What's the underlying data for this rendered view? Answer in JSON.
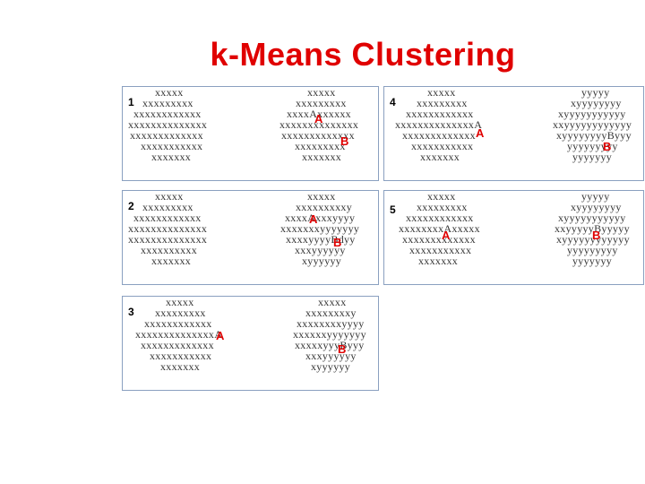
{
  "title": "k-Means Clustering",
  "colors": {
    "title": "#e00000",
    "centroid": "#e00000",
    "border": "#8aa0c0"
  },
  "panels": [
    {
      "number": "1",
      "left": [
        "xxxxx",
        "xxxxxxxxx",
        "xxxxxxxxxxxx",
        "xxxxxxxxxxxxxx",
        "xxxxxxxxxxxxx",
        "xxxxxxxxxxx",
        "xxxxxxx"
      ],
      "right": [
        "xxxxx",
        "xxxxxxxxx",
        "xxxxAxxxxxx",
        "xxxxxxxxxxxxxx",
        "xxxxxxxxxxxxx",
        "xxxxxxxxx",
        "xxxxxxx"
      ],
      "centroids": [
        "A",
        "B"
      ]
    },
    {
      "number": "2",
      "left": [
        "xxxxx",
        "xxxxxxxxx",
        "xxxxxxxxxxxx",
        "xxxxxxxxxxxxxx",
        "xxxxxxxxxxxxxx",
        "xxxxxxxxxx",
        "xxxxxxx"
      ],
      "right": [
        "xxxxx",
        "xxxxxxxxxy",
        "xxxxAxxxyyyy",
        "xxxxxxxyyyyyyy",
        "xxxxyyyyBdyy",
        "xxxyyyyyy",
        "xyyyyyy"
      ],
      "centroids": [
        "A",
        "B"
      ]
    },
    {
      "number": "3",
      "left": [
        "xxxxx",
        "xxxxxxxxx",
        "xxxxxxxxxxxx",
        "xxxxxxxxxxxxxxA",
        "xxxxxxxxxxxxx",
        "xxxxxxxxxxx",
        "xxxxxxx"
      ],
      "right": [
        "xxxxx",
        "xxxxxxxxy",
        "xxxxxxxxyyyy",
        "xxxxxxyyyyyyy",
        "xxxxxyyyByyy",
        "xxxyyyyyy",
        "xyyyyyy"
      ],
      "centroids": [
        "A",
        "B"
      ]
    },
    {
      "number": "4",
      "left": [
        "xxxxx",
        "xxxxxxxxx",
        "xxxxxxxxxxxx",
        "xxxxxxxxxxxxxxA",
        "xxxxxxxxxxxxx",
        "xxxxxxxxxxx",
        "xxxxxxx"
      ],
      "right": [
        "yyyyy",
        "xyyyyyyyy",
        "xyyyyyyyyyyy",
        "xxyyyyyyyyyyyy",
        "xyyyyyyyyByyy",
        "yyyyyyyyy",
        "yyyyyyy"
      ],
      "centroids": [
        "A",
        "B"
      ]
    },
    {
      "number": "5",
      "left": [
        "xxxxx",
        "xxxxxxxxx",
        "xxxxxxxxxxxx",
        "xxxxxxxxAxxxxx",
        "xxxxxxxxxxxxx",
        "xxxxxxxxxxx",
        "xxxxxxx"
      ],
      "right": [
        "yyyyy",
        "xyyyyyyyy",
        "xyyyyyyyyyyy",
        "xxyyyyyByyyyy",
        "xyyyyyyyyyyyy",
        "yyyyyyyyy",
        "yyyyyyy"
      ],
      "centroids": [
        "A",
        "B"
      ]
    }
  ]
}
